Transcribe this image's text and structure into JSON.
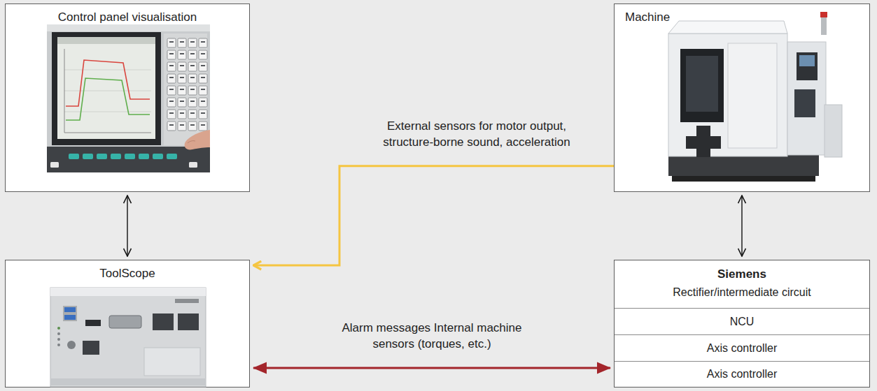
{
  "diagram": {
    "nodes": [
      {
        "text": [
          "Control panel visualisation"
        ]
      },
      {
        "text": [
          "Machine"
        ]
      },
      {
        "text": [
          "ToolScope"
        ]
      },
      {
        "text": [
          "Siemens",
          "Rectifier/intermediate circuit"
        ]
      },
      {
        "text": [
          "NCU"
        ],
        "in": 3
      },
      {
        "text": [
          "Axis controller"
        ],
        "in": 3
      },
      {
        "text": [
          "Axis controller"
        ],
        "in": 3
      }
    ],
    "edges": [
      {
        "from": 0,
        "to": 2,
        "arrow": "both"
      },
      {
        "from": 1,
        "to": 3,
        "arrow": "both"
      },
      {
        "from": 1,
        "to": 2,
        "arrow": "to",
        "label": "External sensors for motor output, structure-borne sound, acceleration"
      },
      {
        "from": 2,
        "to": 3,
        "arrow": "both",
        "label": "Alarm messages Internal machine sensors (torques, etc.)"
      }
    ]
  }
}
